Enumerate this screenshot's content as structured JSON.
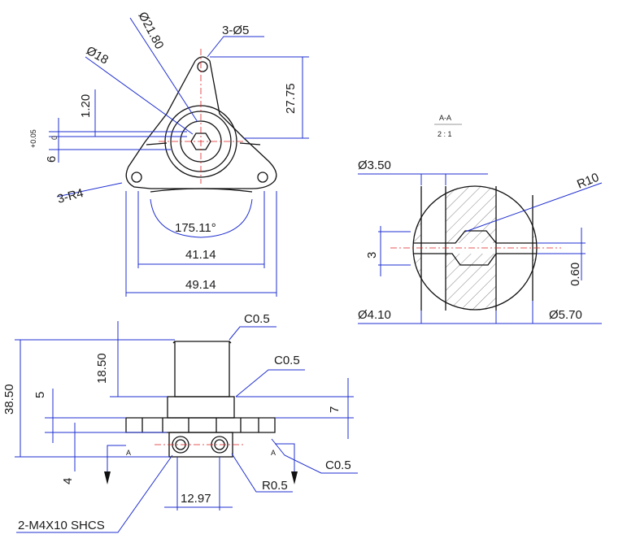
{
  "top_view": {
    "hole_count_dia": "3-Ø5",
    "bore_dia": "Ø21.80",
    "inner_dia": "Ø18",
    "height_27": "27.75",
    "offset_120": "1.20",
    "tol_upper": "+0.05",
    "tol_lower": "0",
    "dim_6": "6",
    "corner_radius": "3-R4",
    "angle": "175.11°",
    "width_41": "41.14",
    "width_49": "49.14"
  },
  "section_view": {
    "title": "A-A",
    "scale": "2 : 1",
    "dia_350": "Ø3.50",
    "radius": "R10",
    "dim_3": "3",
    "dim_060": "0.60",
    "dia_410": "Ø4.10",
    "dia_570": "Ø5.70"
  },
  "front_view": {
    "chamfer_top": "C0.5",
    "chamfer_mid": "C0.5",
    "chamfer_right": "C0.5",
    "height_1850": "18.50",
    "height_3850": "38.50",
    "dim_5": "5",
    "dim_7": "7",
    "dim_4": "4",
    "section_mark_left": "A",
    "section_mark_right": "A",
    "fillet": "R0.5",
    "spacing": "12.97",
    "screws": "2-M4X10 SHCS"
  }
}
